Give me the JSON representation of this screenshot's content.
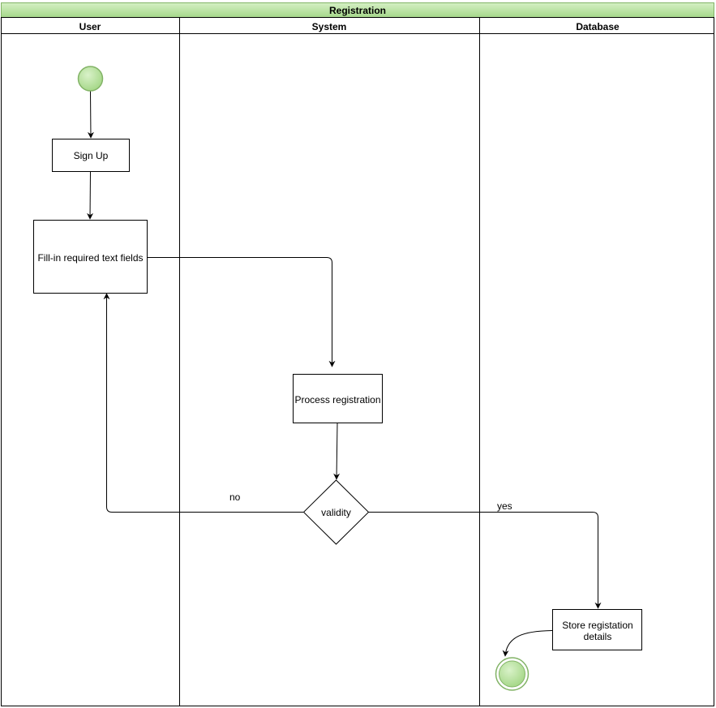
{
  "pool": {
    "title": "Registration"
  },
  "lanes": [
    {
      "label": "User"
    },
    {
      "label": "System"
    },
    {
      "label": "Database"
    }
  ],
  "nodes": {
    "sign_up": "Sign Up",
    "fill_in": "Fill-in required text fields",
    "process": "Process registration",
    "validity": "validity",
    "store_line1": "Store registation",
    "store_line2": "details"
  },
  "edges": {
    "no_label": "no",
    "yes_label": "yes"
  },
  "colors": {
    "pool_header": "#b7e1a1",
    "circle_fill": "#b7e1a1",
    "circle_stroke": "#82b366",
    "line": "#000000"
  }
}
